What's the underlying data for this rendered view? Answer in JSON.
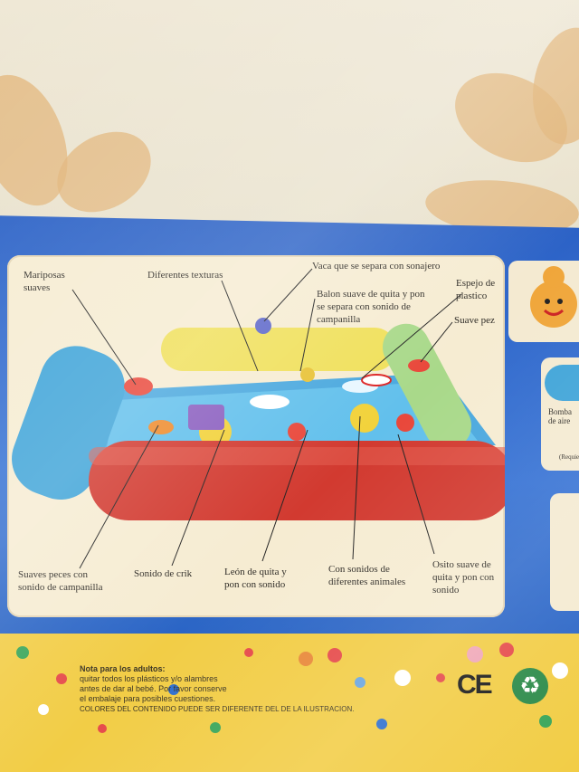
{
  "labels": {
    "mariposas": "Mariposas\nsuaves",
    "texturas": "Diferentes texturas",
    "vaca": "Vaca que se separa con sonajero",
    "balon": "Balon suave de quita y pon\nse separa con sonido de\ncampanilla",
    "espejo": "Espejo de\nplastico",
    "pez": "Suave pez",
    "peces": "Suaves peces con\nsonido de campanilla",
    "crik": "Sonido de crik",
    "leon": "León de quita y\npon con sonido",
    "animales": "Con sonidos de\ndiferentes animales",
    "osito": "Osito suave de\nquita y pon con\nsonido"
  },
  "side": {
    "bomba": "Bomba\nde aire",
    "requiere": "(Requie"
  },
  "note": {
    "heading": "Nota para los adultos:",
    "line1": "quitar todos los plásticos y/o alambres",
    "line2": "antes de dar al bebé. Por favor conserve",
    "line3": "el embalaje para posibles cuestiones.",
    "line4": "COLORES DEL CONTENIDO PUEDE SER DIFERENTE DEL DE LA ILUSTRACION."
  },
  "marks": {
    "ce": "CE",
    "recycle": "♻"
  },
  "colors": {
    "blue": "#2f68cc",
    "cream": "#f6ecd2",
    "yellow": "#f2cd46",
    "red_roll": "#d23a30",
    "blue_roll": "#3fa4d8",
    "yellow_roll": "#f0e05a",
    "green_roll": "#a9d98a"
  }
}
